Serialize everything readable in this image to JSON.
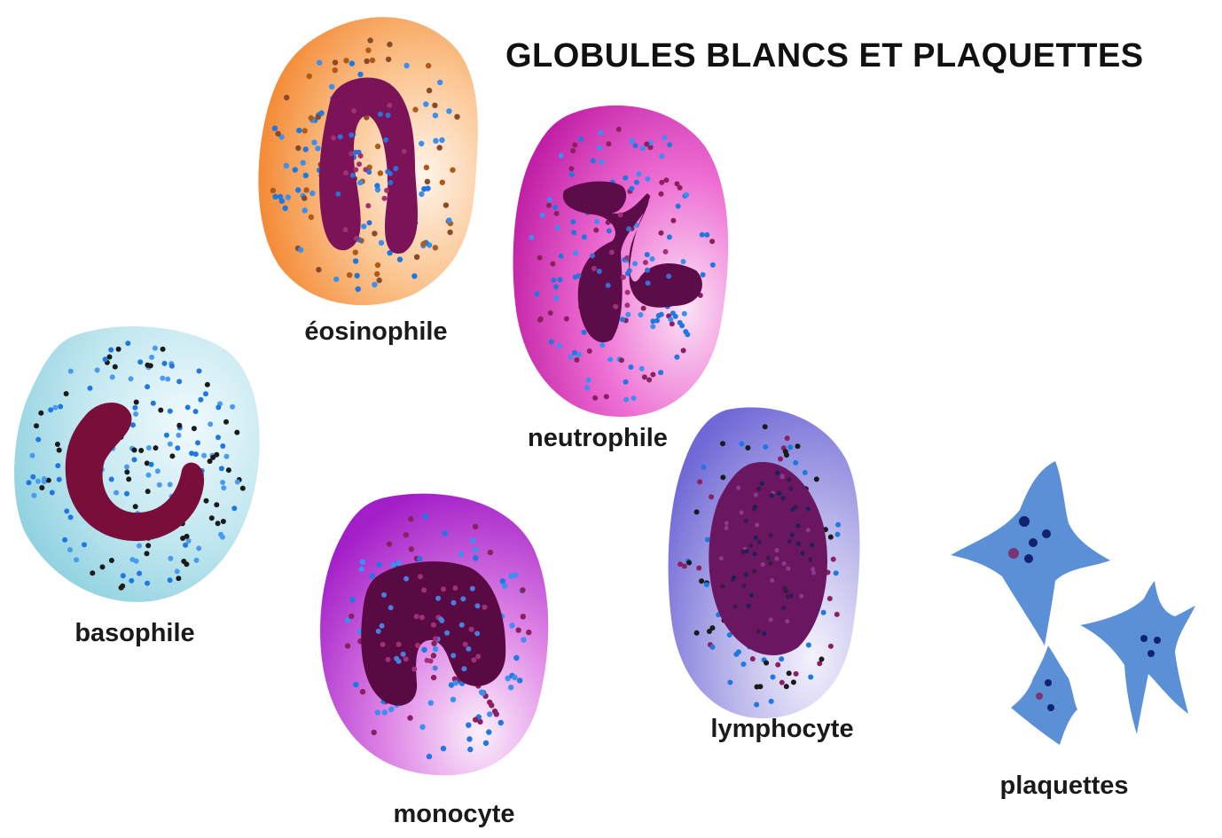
{
  "title": "GLOBULES BLANCS ET PLAQUETTES",
  "cells": [
    {
      "id": "eosinophile",
      "label": "éosinophile"
    },
    {
      "id": "neutrophile",
      "label": "neutrophile"
    },
    {
      "id": "basophile",
      "label": "basophile"
    },
    {
      "id": "monocyte",
      "label": "monocyte"
    },
    {
      "id": "lymphocyte",
      "label": "lymphocyte"
    },
    {
      "id": "plaquettes",
      "label": "plaquettes"
    }
  ]
}
